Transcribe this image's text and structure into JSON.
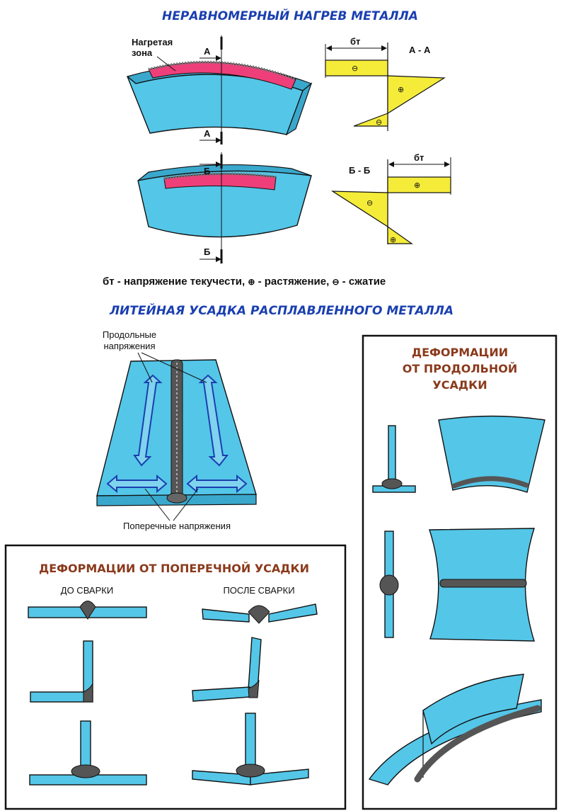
{
  "titles": {
    "uneven_heating": "НЕРАВНОМЕРНЫЙ НАГРЕВ МЕТАЛЛА",
    "casting_shrinkage": "ЛИТЕЙНАЯ УСАДКА РАСПЛАВЛЕННОГО МЕТАЛЛА",
    "longitudinal_line1": "ДЕФОРМАЦИИ",
    "longitudinal_line2": "ОТ ПРОДОЛЬНОЙ",
    "longitudinal_line3": "УСАДКИ",
    "transverse": "ДЕФОРМАЦИИ ОТ ПОПЕРЕЧНОЙ УСАДКИ"
  },
  "labels": {
    "heated_zone_1": "Нагретая",
    "heated_zone_2": "зона",
    "section_a": "А",
    "section_b": "Б",
    "section_aa": "А - А",
    "section_bb": "Б - Б",
    "sigma_t": "бт",
    "plus": "⊕",
    "minus": "⊖",
    "longitudinal_stress_1": "Продольные",
    "longitudinal_stress_2": "напряжения",
    "transverse_stress": "Поперечные напряжения",
    "before_welding": "ДО СВАРКИ",
    "after_welding": "ПОСЛЕ СВАРКИ"
  },
  "legend": {
    "sigma": "бт",
    "yield": " - напряжение текучести,",
    "plus": "⊕",
    "tension": " - растяжение,",
    "minus": "⊖",
    "compression": " - сжатие"
  },
  "colors": {
    "plate": "#54c6e8",
    "heated_zone": "#ee3f7a",
    "stress_diagram": "#f5ec3a",
    "title_blue": "#1a3fb0",
    "title_brown": "#8a3a1c"
  }
}
